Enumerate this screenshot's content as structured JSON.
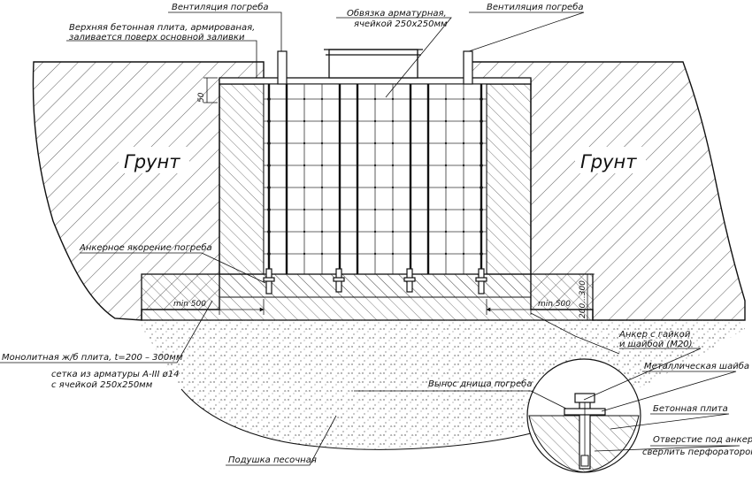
{
  "labels": {
    "ventilation_left": "Вентиляция погреба",
    "ventilation_right": "Вентиляция погреба",
    "top_slab_line1": "Верхняя бетонная плита, армированая,",
    "top_slab_line2": "заливается поверх основной заливки",
    "rebar_tie_line1": "Обвязка арматурная,",
    "rebar_tie_line2": "ячейкой 250х250мм",
    "soil_left": "Грунт",
    "soil_right": "Грунт",
    "anchor_anchoring": "Анкерное якорение погреба",
    "min_left": "min 500",
    "min_right": "min 500",
    "dim_50": "50",
    "dim_200_300": "200...300",
    "monolithic_slab": "Монолитная ж/б плита, t=200 – 300мм",
    "mesh_line1": "сетка из арматуры А-III ø14",
    "mesh_line2": "с ячейкой 250х250мм",
    "anchor_nut_line1": "Анкер с гайкой",
    "anchor_nut_line2": "и шайбой (М20)",
    "metal_washer": "Металлическая шайба",
    "bottom_extension": "Вынос днища погреба",
    "concrete_slab": "Бетонная плита",
    "hole_line1": "Отверстие под анкер",
    "hole_line2": "сверлить перфоратором",
    "sand_cushion": "Подушка песочная"
  }
}
